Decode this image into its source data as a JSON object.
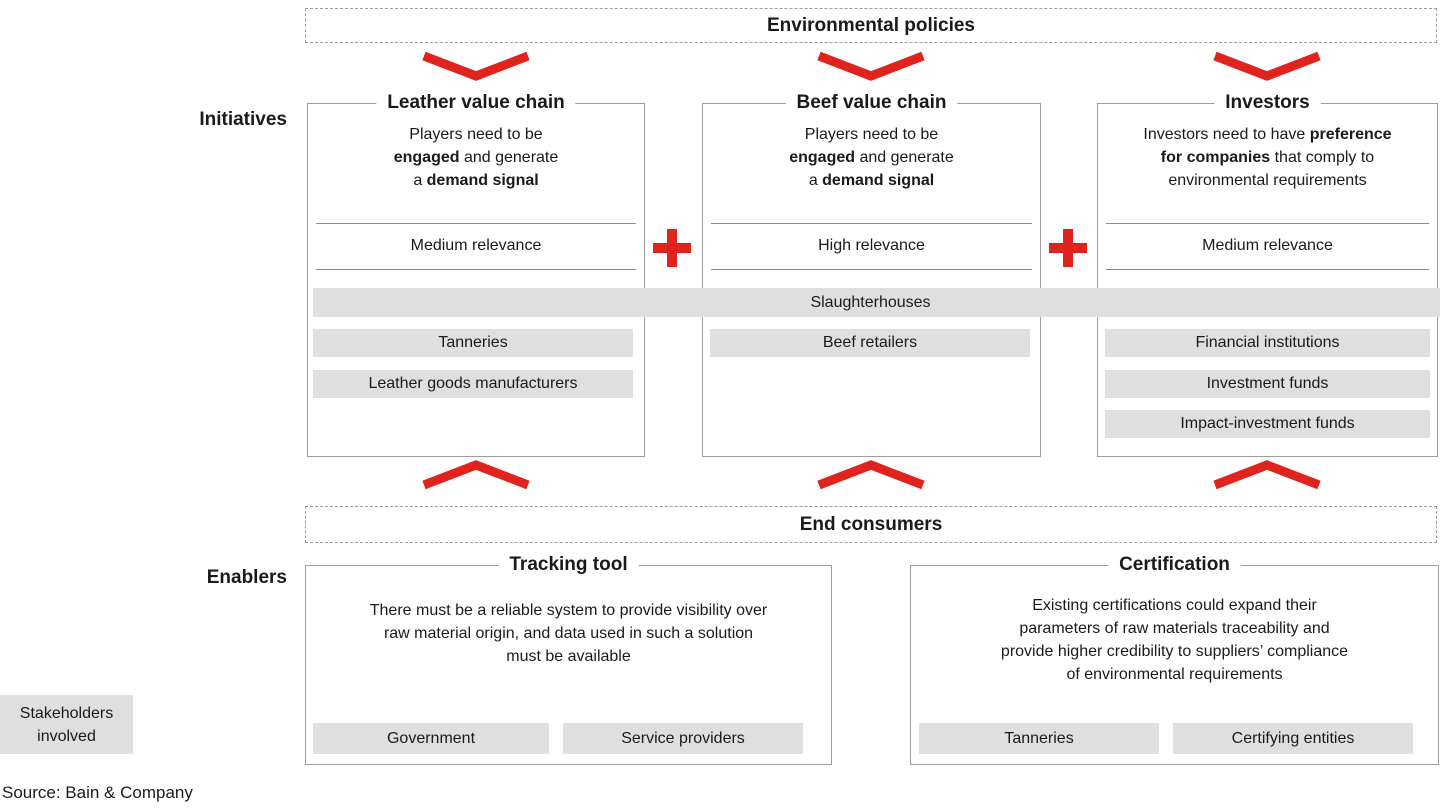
{
  "colors": {
    "accent_red": "#e0231c",
    "bar_gray": "#dfdfdf",
    "border_gray": "#9e9e9e",
    "text": "#1a1a1a"
  },
  "icons": {
    "chevron_down": "red downward chevron (flow arrow)",
    "chevron_up": "red upward chevron (flow arrow)",
    "plus": "red plus sign"
  },
  "banners": {
    "top": "Environmental policies",
    "bottom": "End consumers"
  },
  "side_labels": {
    "initiatives": "Initiatives",
    "enablers": "Enablers"
  },
  "shared_stakeholder_bar": "Slaughterhouses",
  "initiative_columns": [
    {
      "title": "Leather value chain",
      "body": [
        {
          "t": "Players need to be\n"
        },
        {
          "t": "engaged",
          "b": true
        },
        {
          "t": " and generate\n"
        },
        {
          "t": "a "
        },
        {
          "t": "demand signal",
          "b": true
        }
      ],
      "relevance": "Medium relevance",
      "stakeholders": [
        "Tanneries",
        "Leather goods manufacturers"
      ]
    },
    {
      "title": "Beef value chain",
      "body": [
        {
          "t": "Players need to be\n"
        },
        {
          "t": "engaged",
          "b": true
        },
        {
          "t": " and generate\n"
        },
        {
          "t": "a "
        },
        {
          "t": "demand signal",
          "b": true
        }
      ],
      "relevance": "High relevance",
      "stakeholders": [
        "Beef retailers"
      ]
    },
    {
      "title": "Investors",
      "body": [
        {
          "t": "Investors need to have "
        },
        {
          "t": "preference\nfor companies",
          "b": true
        },
        {
          "t": " that comply to\nenvironmental requirements"
        }
      ],
      "relevance": "Medium relevance",
      "stakeholders": [
        "Financial institutions",
        "Investment funds",
        "Impact-investment funds"
      ]
    }
  ],
  "enabler_boxes": [
    {
      "title": "Tracking tool",
      "body": "There must be a reliable system to provide visibility over\nraw material origin, and data used in such a solution\nmust be available",
      "stakeholders": [
        "Government",
        "Service providers"
      ]
    },
    {
      "title": "Certification",
      "body": "Existing certifications could expand their\nparameters of raw materials traceability and\nprovide higher credibility to suppliers’ compliance\nof environmental requirements",
      "stakeholders": [
        "Tanneries",
        "Certifying entities"
      ]
    }
  ],
  "legend": {
    "stakeholders_involved": "Stakeholders\ninvolved"
  },
  "source": "Source: Bain & Company"
}
